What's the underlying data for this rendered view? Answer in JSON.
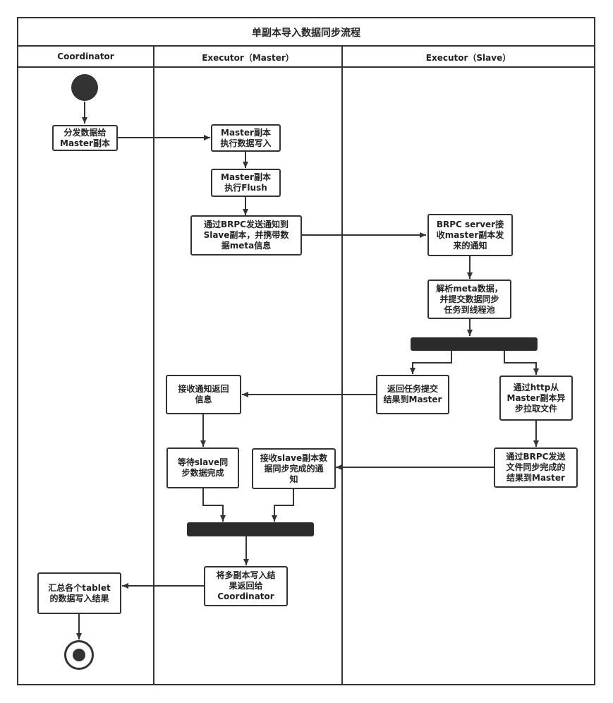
{
  "title": "单副本导入数据同步流程",
  "lanes": {
    "coordinator": "Coordinator",
    "master": "Executor（Master）",
    "slave": "Executor（Slave）"
  },
  "nodes": {
    "distribute": "分发数据给\nMaster副本",
    "master_write": "Master副本\n执行数据写入",
    "master_flush": "Master副本\n执行Flush",
    "send_notify": "通过BRPC发送通知到\nSlave副本，并携带数\n据meta信息",
    "brpc_recv": "BRPC server接\n收master副本发\n来的通知",
    "parse_meta": "解析meta数据，\n并提交数据同步\n任务到线程池",
    "return_task": "返回任务提交\n结果到Master",
    "pull_files": "通过http从\nMaster副本异\n步拉取文件",
    "recv_return": "接收通知返回\n信息",
    "send_sync_done": "通过BRPC发送\n文件同步完成的\n结果到Master",
    "wait_sync": "等待slave同\n步数据完成",
    "recv_sync_done": "接收slave副本数\n据同步完成的通\n知",
    "return_coord": "将多副本写入结\n果返回给\nCoordinator",
    "summarize": "汇总各个tablet\n的数据写入结果"
  },
  "colors": {
    "line": "#333333",
    "bar": "#2b2b2b",
    "background": "#ffffff"
  }
}
